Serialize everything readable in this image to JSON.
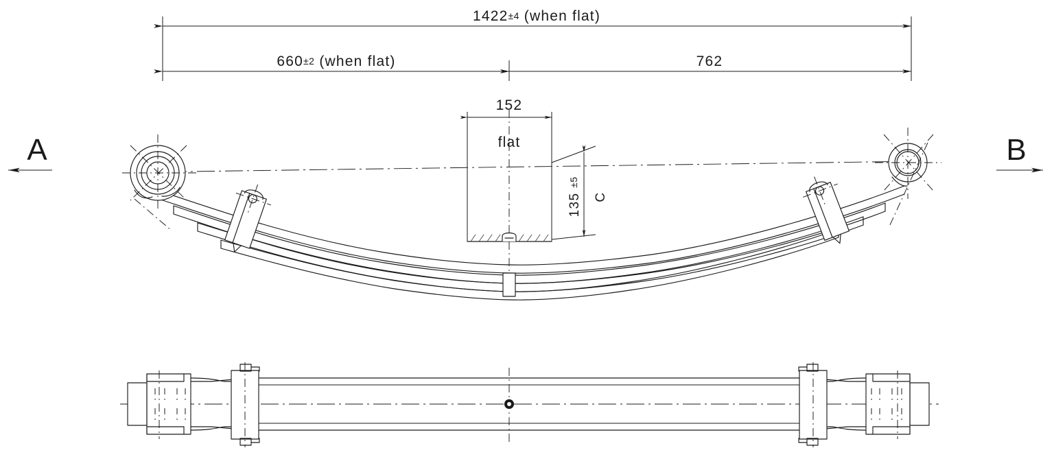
{
  "drawing": {
    "title": "leaf-spring-assembly-drawing",
    "background_color": "#ffffff",
    "line_color": "#1a1a1a"
  },
  "dimensions": {
    "overall_length": {
      "label": "1422±4  (when flat)",
      "value": "1422",
      "tolerance": "±4",
      "note": "(when flat)"
    },
    "front_half_length": {
      "label": "660±2  (when flat)",
      "value": "660",
      "tolerance": "±2",
      "note": "(when flat)"
    },
    "rear_half_length": {
      "label": "762",
      "value": "762",
      "tolerance": "",
      "note": ""
    },
    "center_flat_width": {
      "label": "152",
      "value": "152",
      "tolerance": "",
      "note": ""
    },
    "center_flat_note": "flat",
    "camber_height": {
      "label": "135 ±5",
      "value": "135",
      "tolerance": "±5",
      "note": ""
    },
    "camber_reference": "C"
  },
  "view_markers": {
    "left": {
      "letter": "A",
      "direction": "left"
    },
    "right": {
      "letter": "B",
      "direction": "right"
    }
  },
  "views": {
    "side_view_name": "side-elevation-view",
    "plan_view_name": "plan-view"
  },
  "components": {
    "left_eye": "left-spring-eye",
    "right_eye": "right-spring-eye",
    "left_clamp": "left-rebound-clip",
    "right_clamp": "right-rebound-clip",
    "center_bolt": "center-bolt",
    "leaf_count": 4
  }
}
